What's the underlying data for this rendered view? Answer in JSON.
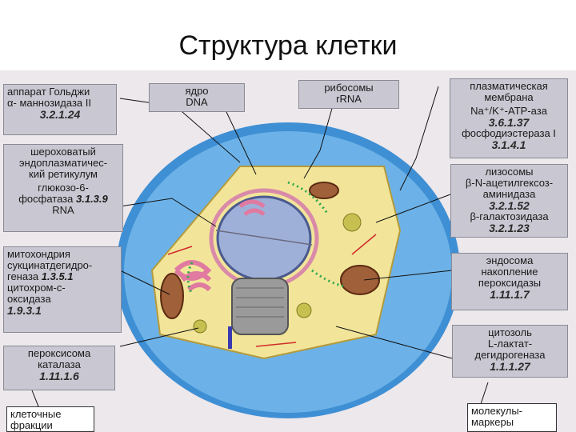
{
  "title": "Структура клетки",
  "labels": {
    "golgi": {
      "lines": [
        "аппарат Гольджи",
        "α- маннозидаза II"
      ],
      "code": "3.2.1.24"
    },
    "nucleus": {
      "lines": [
        "ядро",
        "DNA"
      ]
    },
    "ribosomes": {
      "lines": [
        "рибосомы",
        "rRNA"
      ]
    },
    "plasma": {
      "head": [
        "плазматическая",
        "мембрана"
      ],
      "enzymes": [
        "Na⁺/K⁺-ATP-аза",
        "3.6.1.37",
        "фосфодиэстераза I",
        "3.1.4.1"
      ]
    },
    "er": {
      "lines": [
        "шероховатый",
        "эндоплазматичес-",
        "кий ретикулум"
      ],
      "enzyme": [
        "глюкозо-6-",
        "фосфатаза"
      ],
      "code": "3.1.3.9",
      "extra": "RNA"
    },
    "lysosome": {
      "lines": [
        "лизосомы",
        "β-N-ацетилгексоз-",
        "аминидаза"
      ],
      "code1": "3.2.1.52",
      "line2": "β-галактозидаза",
      "code2": "3.2.1.23"
    },
    "mito": {
      "lines": [
        "митохондрия",
        "сукцинатдегидро-",
        "геназа"
      ],
      "code1": "1.3.5.1",
      "lines2": [
        "цитохром-с-",
        "оксидаза"
      ],
      "code2": "1.9.3.1"
    },
    "endosome": {
      "lines": [
        "эндосома",
        "накопление",
        "пероксидазы"
      ],
      "code": "1.11.1.7"
    },
    "peroxisome": {
      "lines": [
        "пероксисома",
        "каталаза"
      ],
      "code": "1.11.1.6"
    },
    "cytosol": {
      "lines": [
        "цитозоль",
        "L-лактат-",
        "дегидрогеназа"
      ],
      "code": "1.1.1.27"
    },
    "fractions": {
      "lines": [
        "клеточные",
        "фракции"
      ]
    },
    "markers": {
      "lines": [
        "молекулы-",
        "маркеры"
      ]
    }
  },
  "colors": {
    "cell_outer": "#3f8fd4",
    "cytoplasm": "#f2e59a",
    "nucleus": "#9fb0d8",
    "label_bg": "#c9c8d2"
  }
}
